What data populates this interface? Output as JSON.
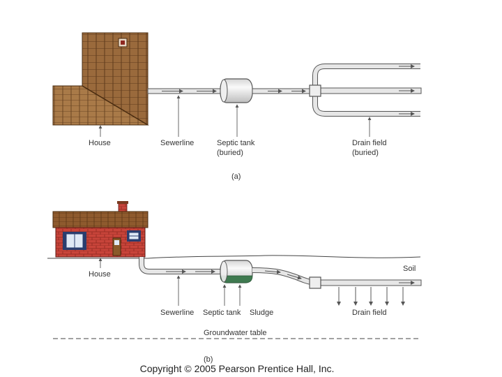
{
  "panel_a": {
    "house_label": "House",
    "sewerline_label": "Sewerline",
    "septic_tank_label_line1": "Septic tank",
    "septic_tank_label_line2": "(buried)",
    "drain_field_label_line1": "Drain field",
    "drain_field_label_line2": "(buried)",
    "panel_label": "(a)"
  },
  "panel_b": {
    "house_label": "House",
    "sewerline_label": "Sewerline",
    "septic_tank_label": "Septic tank",
    "sludge_label": "Sludge",
    "drain_field_label": "Drain field",
    "soil_label": "Soil",
    "groundwater_label": "Groundwater table",
    "panel_label": "(b)"
  },
  "copyright": "Copyright © 2005 Pearson Prentice Hall, Inc.",
  "colors": {
    "roof": "#9a6a3c",
    "roof_dark": "#6e4622",
    "brick": "#c8443a",
    "pipe": "#e6e6e6",
    "pipe_outline": "#555555",
    "sludge": "#3f7a50",
    "window": "#2a3d6e"
  }
}
